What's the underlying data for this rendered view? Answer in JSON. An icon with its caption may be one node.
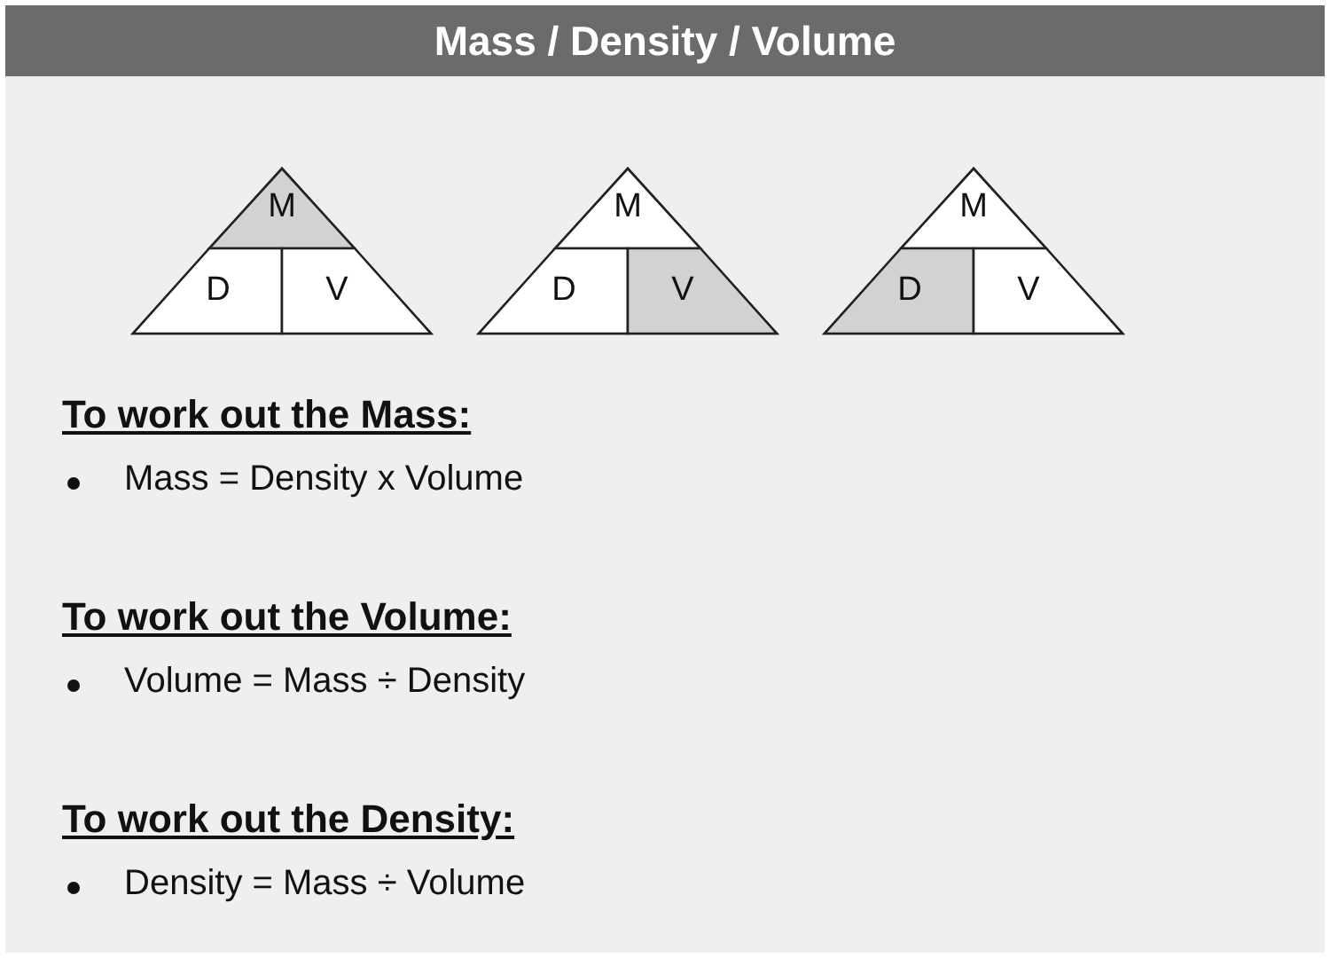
{
  "diagram": {
    "title": "Mass / Density / Volume",
    "nodes": [
      {
        "text": [],
        "shape": "triangle"
      },
      {
        "text": [
          "M"
        ],
        "in": 0
      },
      {
        "text": [
          "D"
        ],
        "in": 0
      },
      {
        "text": [
          "V"
        ],
        "in": 0
      },
      {
        "text": [],
        "shape": "triangle"
      },
      {
        "text": [
          "M"
        ],
        "in": 4
      },
      {
        "text": [
          "D"
        ],
        "in": 4
      },
      {
        "text": [
          "V"
        ],
        "in": 4
      },
      {
        "text": [],
        "shape": "triangle"
      },
      {
        "text": [
          "M"
        ],
        "in": 8
      },
      {
        "text": [
          "D"
        ],
        "in": 8
      },
      {
        "text": [
          "V"
        ],
        "in": 8
      }
    ],
    "edges": [],
    "labels": [
      "To work out the Mass:",
      "Mass = Density x Volume",
      "To work out the Volume:",
      "Volume = Mass ÷ Density",
      "To work out the Density:",
      "Density = Mass ÷ Volume"
    ]
  }
}
